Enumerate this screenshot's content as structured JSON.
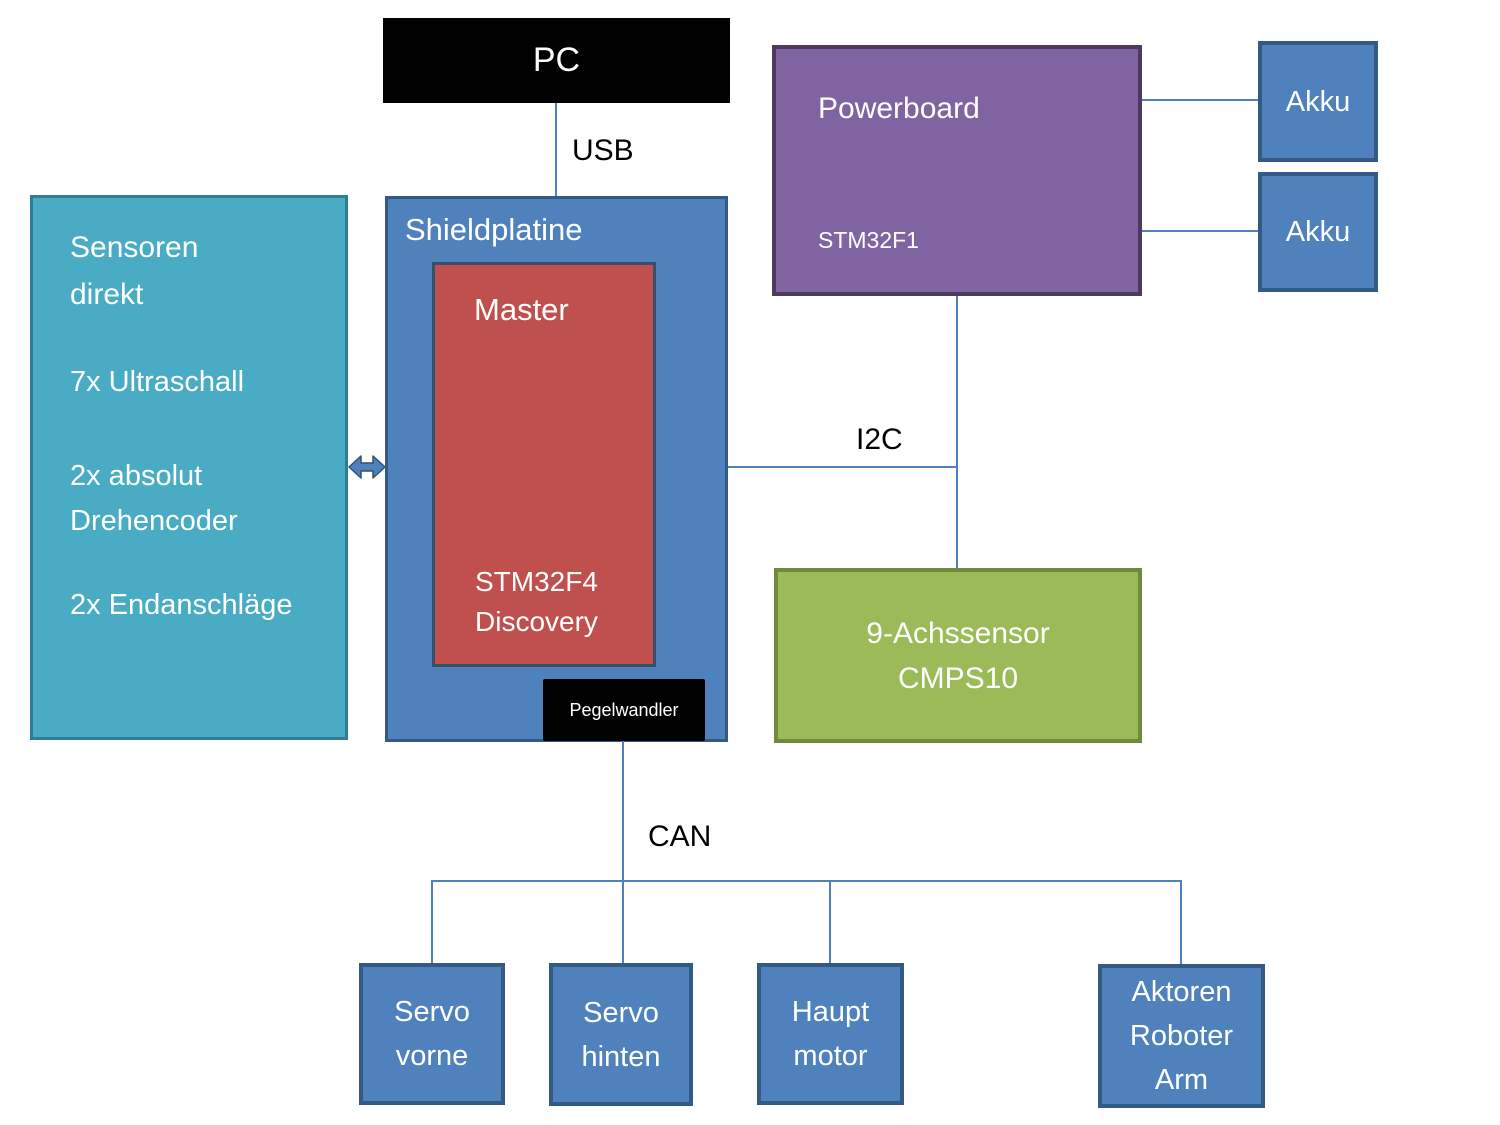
{
  "colors": {
    "box_blue": "#4f81bd",
    "blue_border": "#325a84",
    "teal": "#49acc4",
    "teal_border": "#2e7d93",
    "red": "#c0504d",
    "red_border": "#374f68",
    "purple": "#8064a2",
    "purple_border": "#4c3a60",
    "green": "#9bbb59",
    "green_border": "#70893e",
    "black_box": "#000000",
    "line": "#4f81bd",
    "label": "#000000",
    "text_on_fill": "#ffffff"
  },
  "nodes": {
    "pc": {
      "label": "PC"
    },
    "shieldplatine": {
      "title": "Shieldplatine"
    },
    "master": {
      "title": "Master",
      "subtitle": "STM32F4\nDiscovery"
    },
    "pegelwandler": {
      "label": "Pegelwandler"
    },
    "sensoren": {
      "title": "Sensoren\ndirekt",
      "item1": "7x Ultraschall",
      "item2": "2x absolut\nDrehencoder",
      "item3": "2x Endanschläge"
    },
    "powerboard": {
      "title": "Powerboard",
      "subtitle": "STM32F1"
    },
    "akku1": {
      "label": "Akku"
    },
    "akku2": {
      "label": "Akku"
    },
    "achssensor": {
      "label": "9-Achssensor\nCMPS10"
    },
    "servo_vorne": {
      "label": "Servo\nvorne"
    },
    "servo_hinten": {
      "label": "Servo\nhinten"
    },
    "hauptmotor": {
      "label": "Haupt\nmotor"
    },
    "aktoren": {
      "label": "Aktoren\nRoboter\nArm"
    }
  },
  "links": {
    "usb": "USB",
    "i2c": "I2C",
    "can": "CAN"
  }
}
